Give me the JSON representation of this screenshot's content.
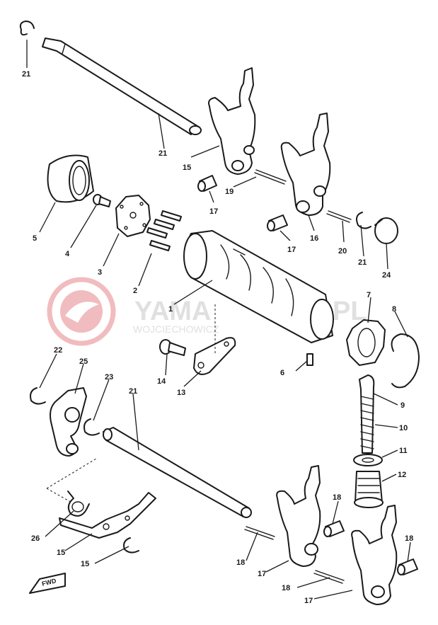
{
  "watermark": {
    "brand": "YAMA",
    "brand_suffix": "PL",
    "subtitle": "WOJCIECHOWICZ",
    "color": "#d9434a"
  },
  "direction_marker": "FWD",
  "callouts": [
    {
      "id": "c1",
      "label": "1"
    },
    {
      "id": "c2",
      "label": "2"
    },
    {
      "id": "c3",
      "label": "3"
    },
    {
      "id": "c4",
      "label": "4"
    },
    {
      "id": "c5",
      "label": "5"
    },
    {
      "id": "c6",
      "label": "6"
    },
    {
      "id": "c7",
      "label": "7"
    },
    {
      "id": "c8",
      "label": "8"
    },
    {
      "id": "c9",
      "label": "9"
    },
    {
      "id": "c10",
      "label": "10"
    },
    {
      "id": "c11",
      "label": "11"
    },
    {
      "id": "c12",
      "label": "12"
    },
    {
      "id": "c13",
      "label": "13"
    },
    {
      "id": "c14",
      "label": "14"
    },
    {
      "id": "c15a",
      "label": "15"
    },
    {
      "id": "c16",
      "label": "16"
    },
    {
      "id": "c17a",
      "label": "17"
    },
    {
      "id": "c17b",
      "label": "17"
    },
    {
      "id": "c18a",
      "label": "18"
    },
    {
      "id": "c18b",
      "label": "18"
    },
    {
      "id": "c19",
      "label": "19"
    },
    {
      "id": "c20",
      "label": "20"
    },
    {
      "id": "c21a",
      "label": "21"
    },
    {
      "id": "c21b",
      "label": "21"
    },
    {
      "id": "c21c",
      "label": "21"
    },
    {
      "id": "c21d",
      "label": "21"
    },
    {
      "id": "c22",
      "label": "22"
    },
    {
      "id": "c23",
      "label": "23"
    },
    {
      "id": "c24",
      "label": "24"
    },
    {
      "id": "c25",
      "label": "25"
    },
    {
      "id": "c26",
      "label": "26"
    },
    {
      "id": "c15b",
      "label": "15"
    },
    {
      "id": "c15c",
      "label": "15"
    },
    {
      "id": "c17c",
      "label": "17"
    },
    {
      "id": "c17d",
      "label": "17"
    },
    {
      "id": "c18c",
      "label": "18"
    },
    {
      "id": "c18d",
      "label": "18"
    }
  ]
}
